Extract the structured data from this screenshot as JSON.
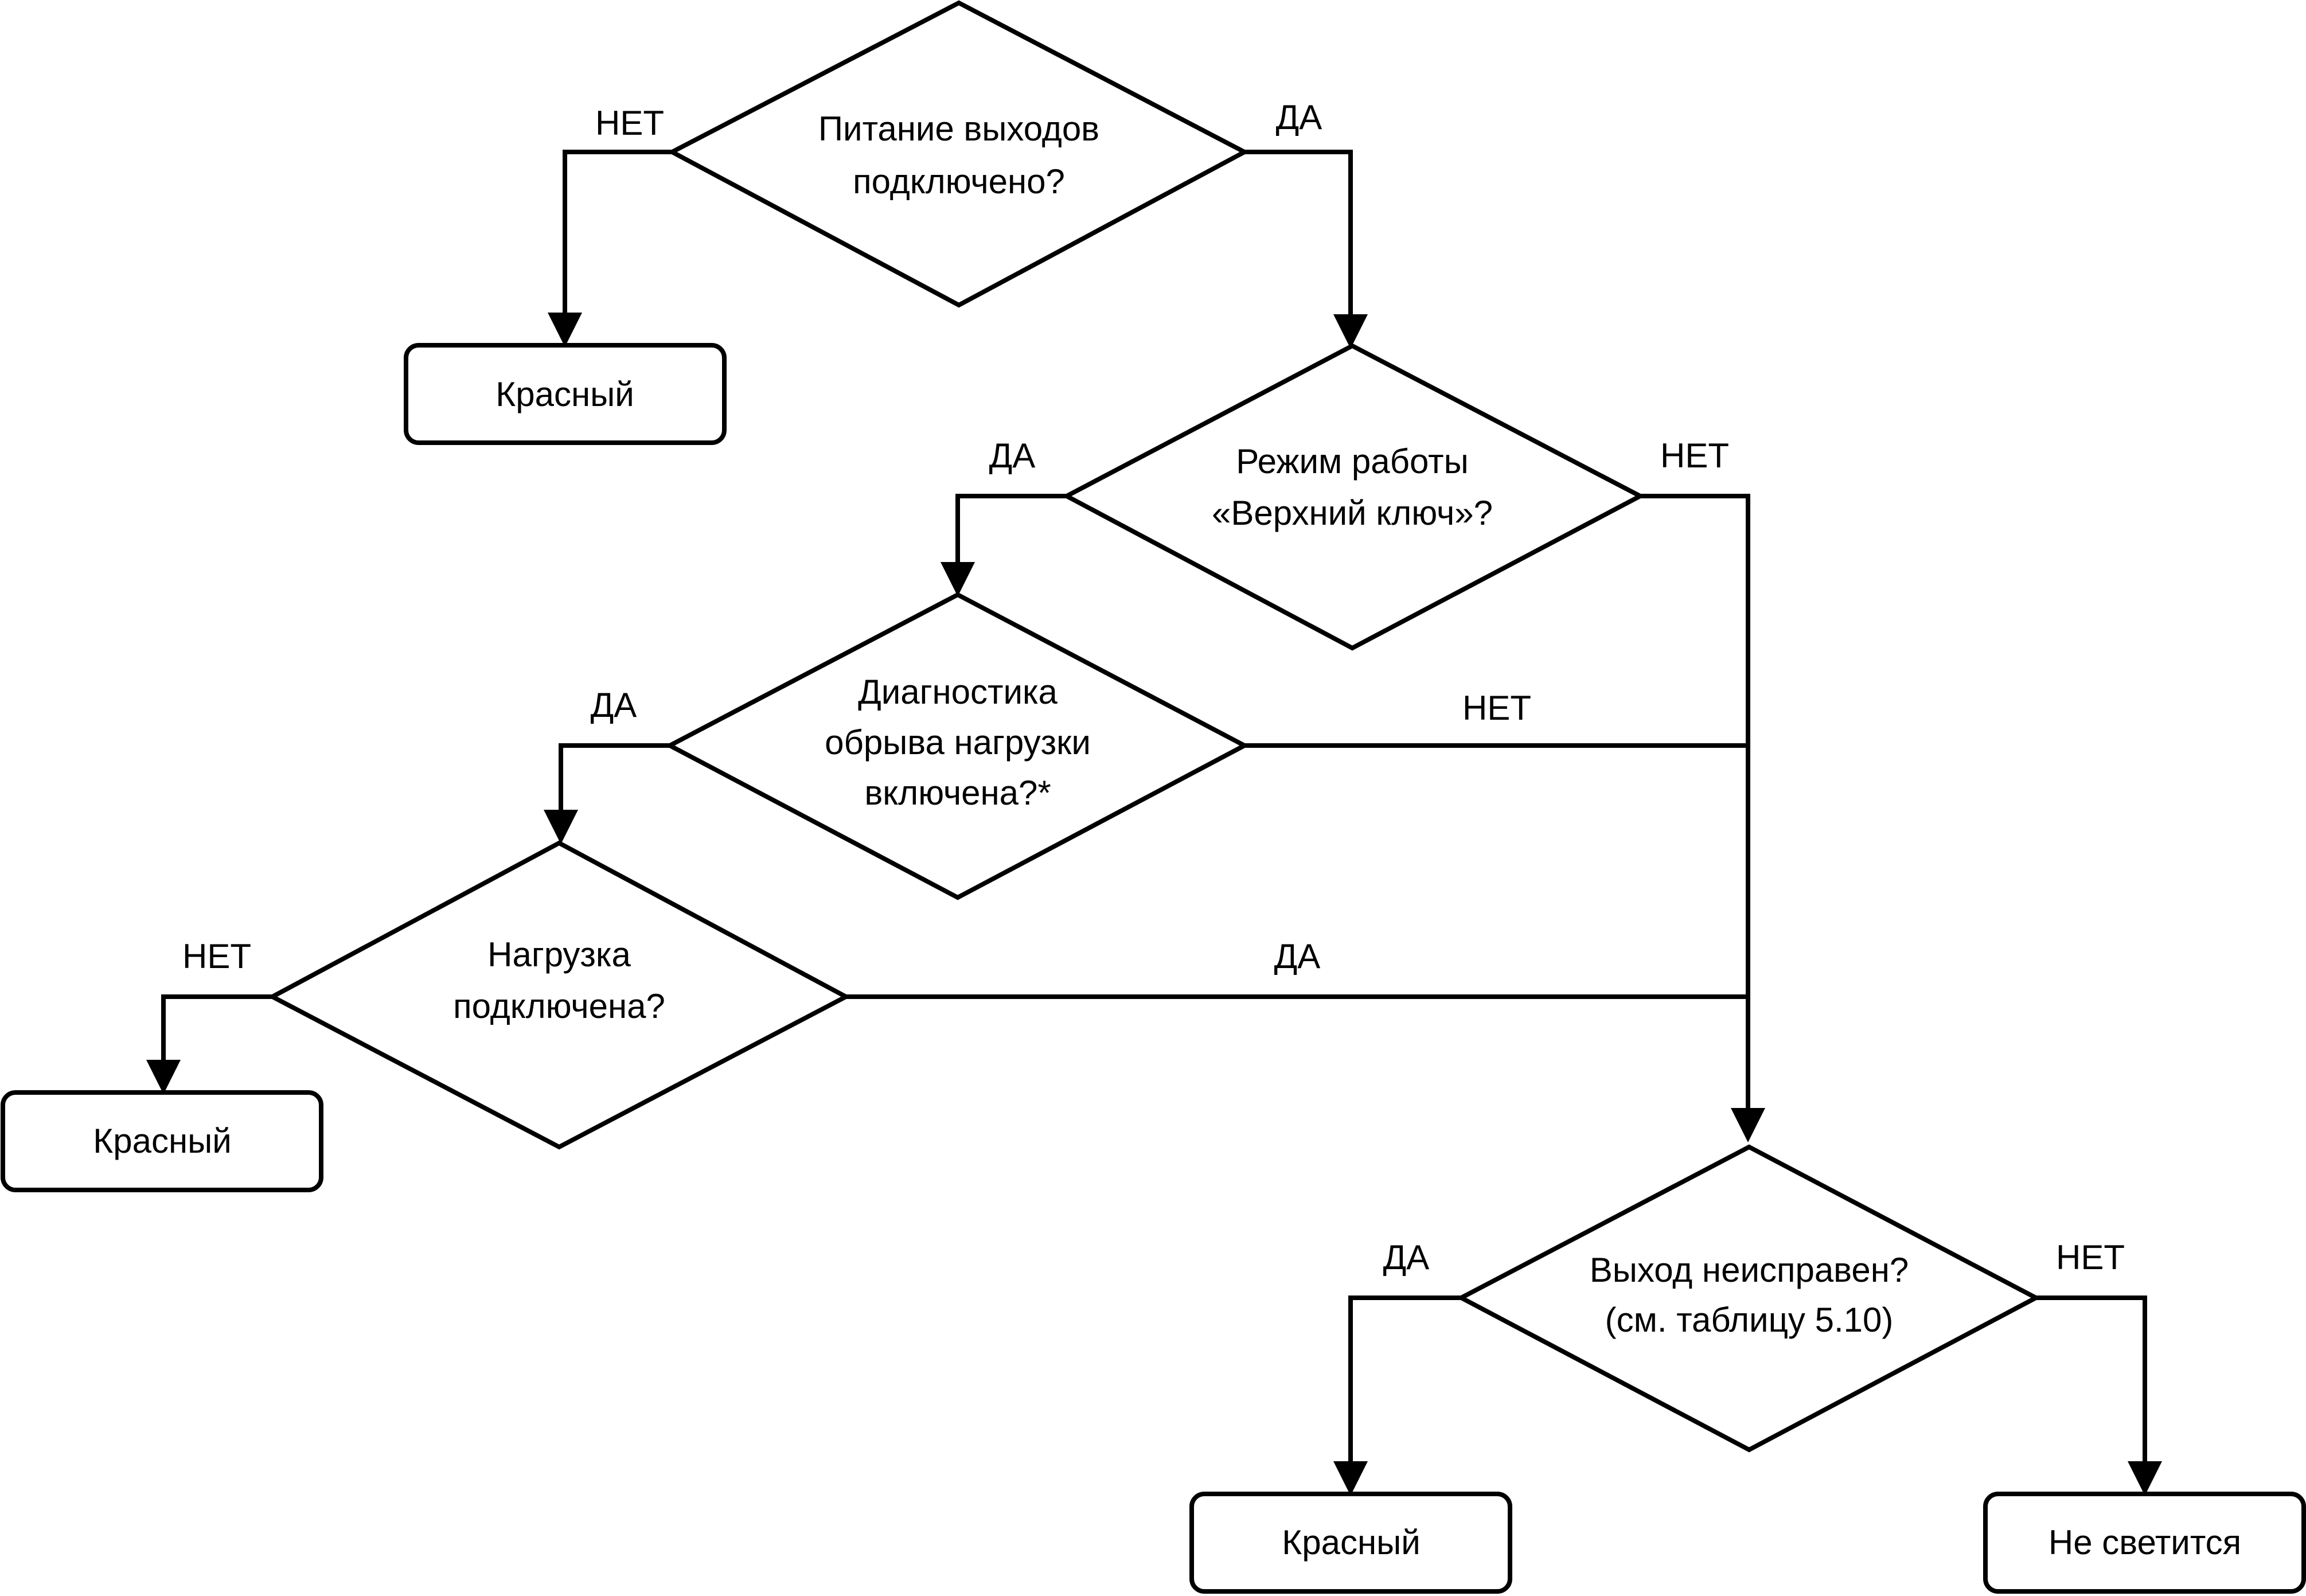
{
  "nodes": {
    "power": {
      "line1": "Питание  выходов",
      "line2": "подключено?"
    },
    "red1": {
      "label": "Красный"
    },
    "mode": {
      "line1": "Режим  работы",
      "line2": "«Верхний  ключ»?"
    },
    "diag": {
      "line1": "Диагностика",
      "line2": "обрыва  нагрузки",
      "line3": "включена?*"
    },
    "load": {
      "line1": "Нагрузка",
      "line2": "подключена?"
    },
    "red2": {
      "label": "Красный"
    },
    "fault": {
      "line1": "Выход  неисправен?",
      "line2": "(см.  таблицу  5.10)"
    },
    "red3": {
      "label": "Красный"
    },
    "off": {
      "label": "Не  светится"
    }
  },
  "labels": {
    "power_no": "НЕТ",
    "power_yes": "ДА",
    "mode_yes": "ДА",
    "mode_no": "НЕТ",
    "diag_yes": "ДА",
    "diag_no": "НЕТ",
    "load_no": "НЕТ",
    "load_yes": "ДА",
    "fault_yes": "ДА",
    "fault_no": "НЕТ"
  },
  "colors": {
    "stroke": "#000000",
    "fill": "#ffffff"
  }
}
